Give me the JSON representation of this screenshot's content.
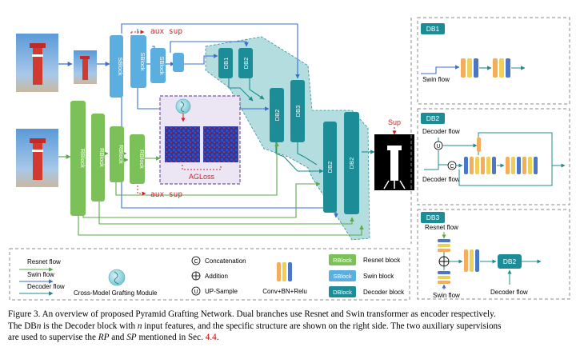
{
  "colors": {
    "resnet": "#7cc05a",
    "swin": "#5aaee0",
    "decoder": "#1c8c96",
    "trapezoid": "#b4dde0",
    "aux_red": "#d42020",
    "ag_box": "#ece6f4",
    "ag_border": "#7a55a5",
    "arrow_blue": "#3a6fd1",
    "arrow_teal": "#1e8c8e",
    "arrow_green": "#5aa84a"
  },
  "encoder": {
    "sblock_label": "SBlock",
    "rblock_label": "RBlock",
    "sblocks": [
      "SBlock",
      "SBlock",
      "SBlock"
    ],
    "rblocks": [
      "RBlock",
      "RBlock",
      "RBlock",
      "RBlock"
    ]
  },
  "decoder": {
    "blocks": [
      "DB1",
      "DB2",
      "DB2",
      "DB3",
      "DB2",
      "DB2"
    ]
  },
  "aux": {
    "top": "aux sup",
    "bottom": "aux sup"
  },
  "agloss": "AGLoss",
  "sup": "Sup",
  "panels": {
    "db1": {
      "title": "DB1",
      "swin_flow": "Swin flow"
    },
    "db2": {
      "title": "DB2",
      "decoder_flow_top": "Decoder flow",
      "decoder_flow_bottom": "Decoder flow",
      "up_symbol": "U",
      "concat_symbol": "C"
    },
    "db3": {
      "title": "DB3",
      "resnet_flow": "Resnet flow",
      "swin_flow": "Swin flow",
      "decoder_flow": "Decoder flow",
      "inner_block": "DB2"
    }
  },
  "legend": {
    "resnet_flow": "Resnet flow",
    "swin_flow": "Swin flow",
    "decoder_flow": "Decoder flow",
    "grafting": "Cross-Model Grafting Module",
    "concat_sym": "C",
    "concat": "Concatenation",
    "add_sym": "⊕",
    "add": "Addition",
    "up_sym": "U",
    "up": "UP-Sample",
    "conv": "Conv+BN+Relu",
    "rblock": "RBlock",
    "rblock_desc": "Resnet block",
    "sblock": "SBlock",
    "sblock_desc": "Swin block",
    "dblock": "DBlock",
    "dblock_desc": "Decoder block"
  },
  "caption": {
    "l1a": "Figure 3. An overview of proposed Pyramid Grafting Network. Dual branches use Resnet and Swin transformer as encoder respectively.",
    "l2a": "The DB",
    "l2n": "n",
    "l2b": " is the Decoder block with ",
    "l2c": "n",
    "l2d": " input features, and the specific structure are shown on the right side. The two auxiliary supervisions",
    "l3a": "are used to supervise the ",
    "l3b": "RP",
    "l3c": " and ",
    "l3d": "SP",
    "l3e": " mentioned in Sec. ",
    "l3f": "4.4",
    "l3g": "."
  }
}
